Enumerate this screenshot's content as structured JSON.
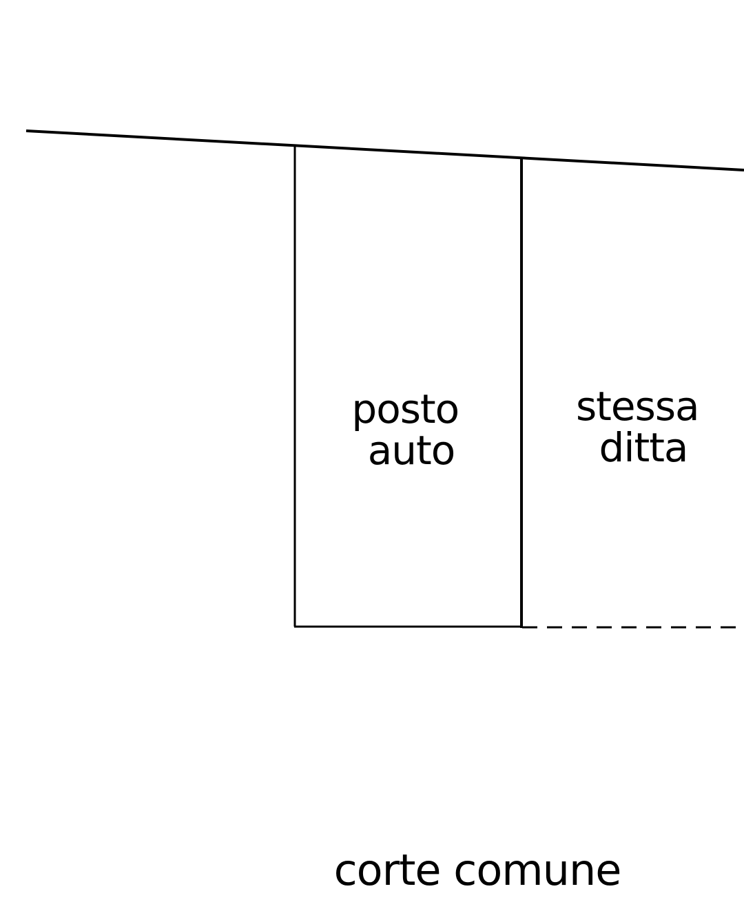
{
  "diagram": {
    "parcels": [
      {
        "line1": "posto",
        "line2": "auto"
      },
      {
        "line1": "stessa",
        "line2": "ditta"
      }
    ],
    "area_label": "corte comune",
    "colors": {
      "stroke": "#000000",
      "background": "#ffffff"
    }
  }
}
